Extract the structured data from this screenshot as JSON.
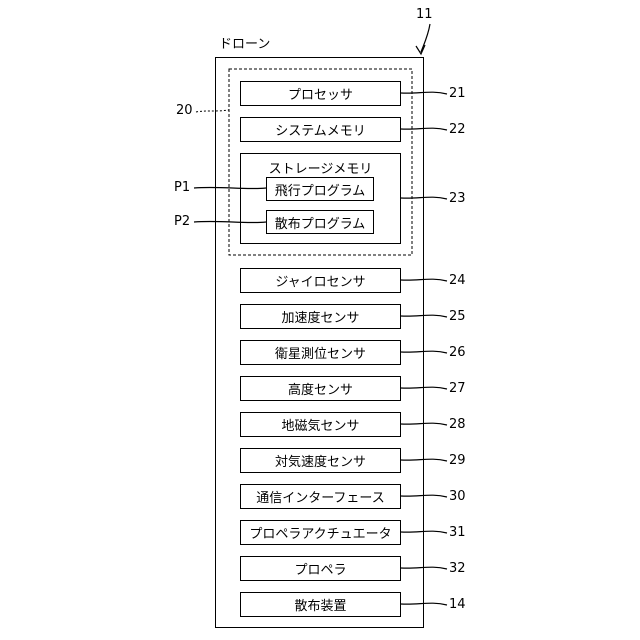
{
  "figure_number": "11",
  "drone_label": "ドローン",
  "group_number": "20",
  "storage": {
    "label": "ストレージメモリ",
    "number": "23"
  },
  "programs": [
    {
      "label": "飛行プログラム",
      "ref": "P1"
    },
    {
      "label": "散布プログラム",
      "ref": "P2"
    }
  ],
  "components": [
    {
      "label": "プロセッサ",
      "number": "21"
    },
    {
      "label": "システムメモリ",
      "number": "22"
    },
    {
      "label": "ジャイロセンサ",
      "number": "24"
    },
    {
      "label": "加速度センサ",
      "number": "25"
    },
    {
      "label": "衛星測位センサ",
      "number": "26"
    },
    {
      "label": "高度センサ",
      "number": "27"
    },
    {
      "label": "地磁気センサ",
      "number": "28"
    },
    {
      "label": "対気速度センサ",
      "number": "29"
    },
    {
      "label": "通信インターフェース",
      "number": "30"
    },
    {
      "label": "プロペラアクチュエータ",
      "number": "31"
    },
    {
      "label": "プロペラ",
      "number": "32"
    },
    {
      "label": "散布装置",
      "number": "14"
    }
  ]
}
